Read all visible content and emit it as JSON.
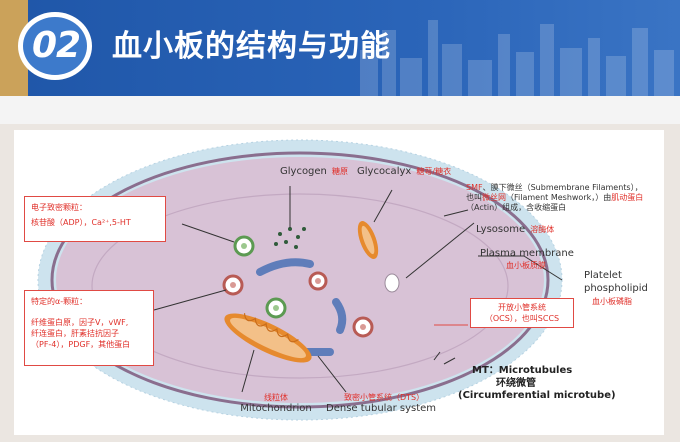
{
  "header": {
    "number": "02",
    "title": "血小板的结构与功能"
  },
  "labels": {
    "glycogen_en": "Glycogen",
    "glycogen_zh": "糖原",
    "glycocalyx_en": "Glycocalyx",
    "glycocalyx_zh": "糖萼/糖衣",
    "smf_line1_a": "SMF",
    "smf_line1_b": "、膜下微丝（Submembrane Filaments），",
    "smf_line2_a": "也叫",
    "smf_line2_b": "微丝网",
    "smf_line2_c": "（Filament Meshwork，）由",
    "smf_line2_d": "肌动蛋白",
    "smf_line3": "（Actin）组成，含收缩蛋白",
    "lysosome_en": "Lysosome",
    "lysosome_zh": "溶酶体",
    "plasma_en": "Plasma membrane",
    "plasma_zh": "血小板质膜",
    "platelet_en_1": "Platelet",
    "platelet_en_2": "phospholipid",
    "platelet_zh": "血小板磷脂",
    "ocs_line1": "开放小管系统",
    "ocs_line2": "（OCS），也叫SCCS",
    "mt_line1": "MT：Microtubules",
    "mt_line2": "环绕微管",
    "mt_line3": "(Circumferential microtube)",
    "mito_zh": "线粒体",
    "mito_en": "Mitochondrion",
    "dts_zh": "致密小管系统（DTS）",
    "dts_en": "Dense tubular system",
    "dense_title": "电子致密颗粒：",
    "dense_body": "核苷酸（ADP），Ca²⁺,5-HT",
    "alpha_title": "特定的α-颗粒：",
    "alpha_line1": "纤维蛋白原，因子V，vWF,",
    "alpha_line2": "纤连蛋白，肝素拮抗因子",
    "alpha_line3": "（PF-4），PDGF，其他蛋白"
  },
  "colors": {
    "banner": "#2a64b8",
    "accent_gold": "#cba25a",
    "cell_fill": "#d8c2d6",
    "glycocalyx": "#cde3ee",
    "label_red": "#e0302a",
    "granule_red": "#b85b55",
    "granule_green": "#5c9a52",
    "tubule_blue": "#5f7dba",
    "mitochondria": "#e68a2e"
  }
}
